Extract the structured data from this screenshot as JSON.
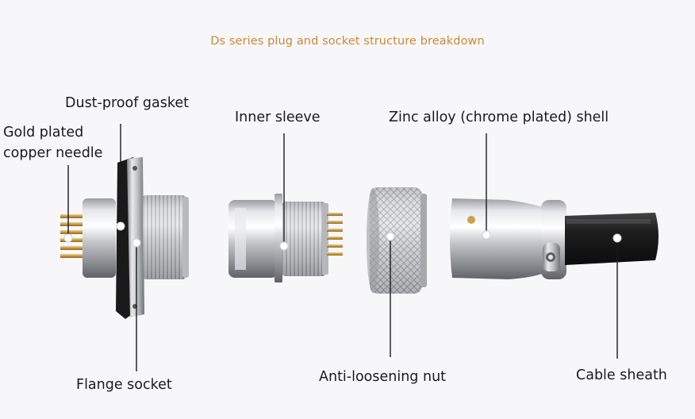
{
  "title": "Ds series plug and socket structure breakdown",
  "labels": {
    "dust_proof_gasket": "Dust-proof gasket",
    "gold_plated_line1": "Gold plated",
    "gold_plated_line2": "copper needle",
    "inner_sleeve": "Inner sleeve",
    "zinc_shell": "Zinc alloy (chrome plated) shell",
    "flange_socket": "Flange socket",
    "anti_loosening_nut": "Anti-loosening nut",
    "cable_sheath": "Cable sheath"
  },
  "colors": {
    "title": "#c9873a",
    "text": "#1a1a1a",
    "metal": "#c8c9cc",
    "gold": "#c9a050",
    "rubber": "#1c1c1c"
  }
}
